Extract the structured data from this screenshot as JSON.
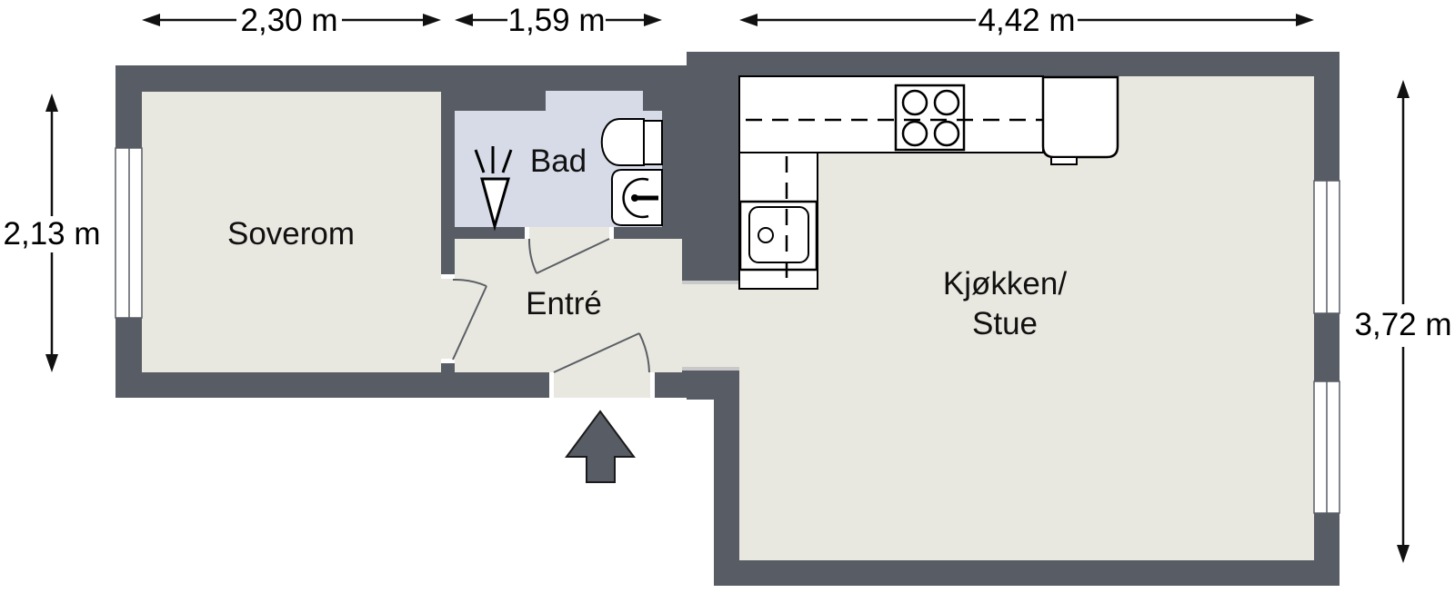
{
  "floor_plan": {
    "dimensions": {
      "top_left": "2,30 m",
      "top_middle": "1,59 m",
      "top_right": "4,42 m",
      "left": "2,13 m",
      "right": "3,72 m"
    },
    "rooms": {
      "bedroom": "Soverom",
      "bathroom": "Bad",
      "entrance": "Entré",
      "kitchen_living_line1": "Kjøkken/",
      "kitchen_living_line2": "Stue"
    },
    "fixtures": {
      "stove": "stove-4-burners-icon",
      "refrigerator": "refrigerator-icon",
      "kitchen_sink": "kitchen-sink-icon",
      "toilet": "toilet-icon",
      "washbasin": "washbasin-icon",
      "shower": "shower-icon",
      "entrance_marker": "entrance-arrow-up-icon"
    },
    "colors": {
      "wall": "#585d65",
      "floor": "#e9e8e0",
      "bathroom_floor": "#d6dbe7",
      "background": "#ffffff",
      "dimension_line": "#111111"
    }
  }
}
